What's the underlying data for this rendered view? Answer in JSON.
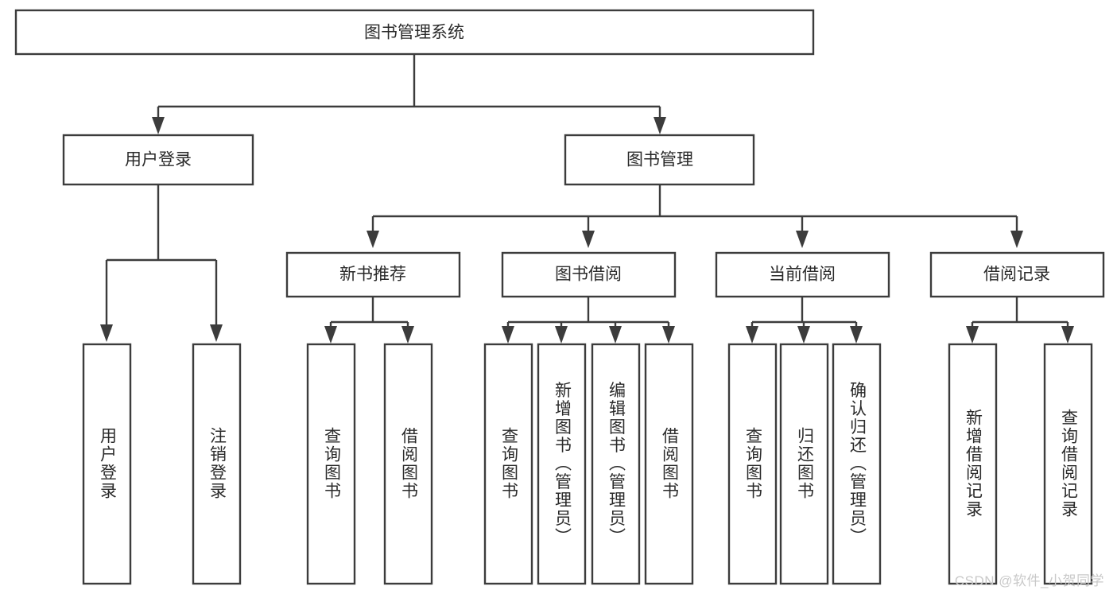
{
  "diagram": {
    "type": "tree",
    "title": "图书管理系统",
    "watermark": "CSDN @软件_小贺同学",
    "colors": {
      "box_stroke": "#3c3c3c",
      "box_fill": "#ffffff",
      "text": "#2a2a2a",
      "watermark": "#c9c9c9",
      "background": "#ffffff"
    },
    "root": {
      "label": "图书管理系统"
    },
    "level2": [
      {
        "label": "用户登录"
      },
      {
        "label": "图书管理"
      }
    ],
    "level3": [
      {
        "label": "新书推荐"
      },
      {
        "label": "图书借阅"
      },
      {
        "label": "当前借阅"
      },
      {
        "label": "借阅记录"
      }
    ],
    "leaves": {
      "user_login": [
        {
          "label": "用户登录"
        },
        {
          "label": "注销登录"
        }
      ],
      "new_book_recommend": [
        {
          "label": "查询图书"
        },
        {
          "label": "借阅图书"
        }
      ],
      "book_borrow": [
        {
          "label": "查询图书"
        },
        {
          "label": "新增图书（管理员）"
        },
        {
          "label": "编辑图书（管理员）"
        },
        {
          "label": "借阅图书"
        }
      ],
      "current_borrow": [
        {
          "label": "查询图书"
        },
        {
          "label": "归还图书"
        },
        {
          "label": "确认归还（管理员）"
        }
      ],
      "borrow_record": [
        {
          "label": "新增借阅记录"
        },
        {
          "label": "查询借阅记录"
        }
      ]
    }
  }
}
